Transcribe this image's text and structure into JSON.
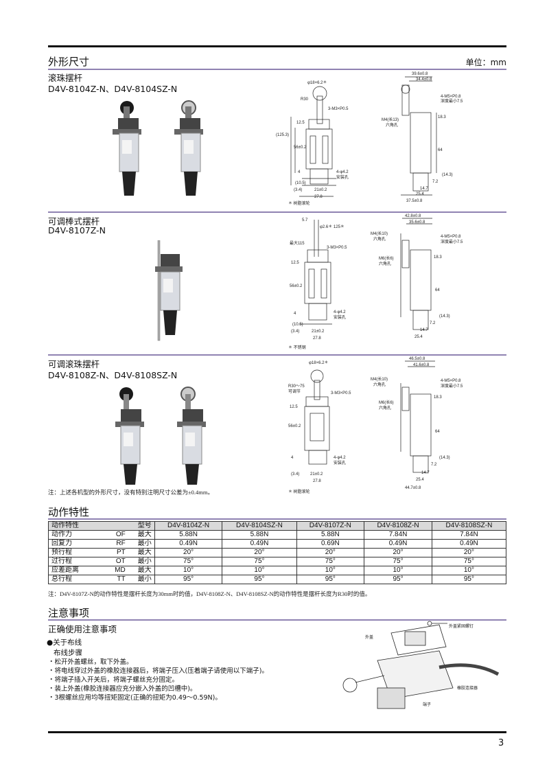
{
  "header": {
    "title": "外形尺寸",
    "unit": "单位：mm"
  },
  "sections": [
    {
      "title": "滚珠摆杆",
      "models": "D4V-8104Z-N、D4V-8104SZ-N",
      "note": "＊ 树脂滚轮",
      "front": {
        "roller": "φ18×6.2＊",
        "r": "R30",
        "screw": "3-M3×P0.5",
        "d1": "12.5",
        "d2": "(125.3)",
        "d3": "56±0.2",
        "d4": "4",
        "hole": "4-φ4.2",
        "hole2": "安装孔",
        "b1": "(10.5)",
        "b2": "(3.4)",
        "b3": "21±0.2",
        "b4": "27.8"
      },
      "side": {
        "t1": "39.6±0.8",
        "t2": "34.4±0.8",
        "m4": "M4(长13)",
        "hex": "六角孔",
        "m5": "4-M5×P0.8",
        "depth": "深度最小7.5",
        "h1": "18.3",
        "h2": "64",
        "h3": "(14.3)",
        "b1": "7.2",
        "b2": "14.7",
        "b3": "25.4",
        "b4": "37.5±0.8"
      }
    },
    {
      "title": "可调棒式摆杆",
      "models": "D4V-8107Z-N",
      "note": "＊ 不锈钢",
      "front": {
        "top": "5.7",
        "roller": "φ2.6＊ 125＊",
        "r": "最大115",
        "screw": "3-M3×P0.5",
        "d1": "12.5",
        "d3": "56±0.2",
        "d4": "4",
        "hole": "4-φ4.2",
        "hole2": "安装孔",
        "b1": "(10.5)",
        "b2": "(3.4)",
        "b3": "21±0.2",
        "b4": "27.8"
      },
      "side": {
        "t1": "42.8±0.8",
        "t2": "35.6±0.8",
        "m4": "M4(长10)",
        "hex": "六角孔",
        "m6": "M6(长6)",
        "hex2": "六角孔",
        "m5": "4-M5×P0.8",
        "depth": "深度最小7.5",
        "h1": "18.3",
        "h2": "64",
        "h3": "(14.3)",
        "b1": "7.2",
        "b2": "14.7",
        "b3": "25.4"
      }
    },
    {
      "title": "可调滚珠摆杆",
      "models": "D4V-8108Z-N、D4V-8108SZ-N",
      "note": "＊ 树脂滚轮",
      "front": {
        "roller": "φ18×6.2＊",
        "r": "R30～75",
        "r2": "可调节",
        "screw": "3-M3×P0.5",
        "d1": "12.5",
        "d3": "56±0.2",
        "d4": "4",
        "hole": "4-φ4.2",
        "hole2": "安装孔",
        "b2": "(3.4)",
        "b3": "21±0.2",
        "b4": "27.8"
      },
      "side": {
        "t1": "46.5±0.8",
        "t2": "41.6±0.8",
        "m4": "M4(长10)",
        "hex": "六角孔",
        "m6": "M6(长6)",
        "hex2": "六角孔",
        "m5": "4-M5×P0.8",
        "depth": "深度最小7.5",
        "h1": "18.3",
        "h2": "64",
        "h3": "(14.3)",
        "b1": "7.2",
        "b2": "14.7",
        "b3": "25.4",
        "b4": "44.7±0.8"
      }
    }
  ],
  "dims_note": "注：上述各机型的外形尺寸，没有特别注明尺寸公差为±0.4mm。",
  "chars": {
    "title": "动作特性",
    "header_left": "动作特性",
    "header_type": "型号",
    "models": [
      "D4V-8104Z-N",
      "D4V-8104SZ-N",
      "D4V-8107Z-N",
      "D4V-8108Z-N",
      "D4V-8108SZ-N"
    ],
    "rows": [
      {
        "name": "动作力",
        "code": "OF",
        "limit": "最大",
        "values": [
          "5.88N",
          "5.88N",
          "5.88N",
          "7.84N",
          "7.84N"
        ]
      },
      {
        "name": "回复力",
        "code": "RF",
        "limit": "最小",
        "values": [
          "0.49N",
          "0.49N",
          "0.69N",
          "0.49N",
          "0.49N"
        ]
      },
      {
        "name": "预行程",
        "code": "PT",
        "limit": "最大",
        "values": [
          "20°",
          "20°",
          "20°",
          "20°",
          "20°"
        ]
      },
      {
        "name": "过行程",
        "code": "OT",
        "limit": "最小",
        "values": [
          "75°",
          "75°",
          "75°",
          "75°",
          "75°"
        ]
      },
      {
        "name": "应差距离",
        "code": "MD",
        "limit": "最大",
        "values": [
          "10°",
          "10°",
          "10°",
          "10°",
          "10°"
        ]
      },
      {
        "name": "总行程",
        "code": "TT",
        "limit": "最小",
        "values": [
          "95°",
          "95°",
          "95°",
          "95°",
          "95°"
        ]
      }
    ],
    "note": "注：D4V-8107Z-N的动作特性是摆杆长度为30mm时的值，D4V-8108Z-N、D4V-8108SZ-N的动作特性是摆杆长度为R30时的值。"
  },
  "precautions": {
    "title": "注意事项",
    "subtitle": "正确使用注意事项",
    "bullet": "●关于布线",
    "steps_title": "布线步骤",
    "steps": [
      "・松开外盖螺丝，取下外盖。",
      "・将电线穿过外盖的橡胶连接器后，将端子压入(压着端子请使用以下端子)。",
      "・将端子插入开关后，将端子螺丝充分固定。",
      "・装上外盖(橡胶连接器应充分嵌入外盖的凹槽中)。",
      "・3根螺丝应用均等扭矩固定(正确的扭矩为0.49～0.59N)。"
    ],
    "labels": {
      "screw": "外盖紧固螺钉",
      "cover": "外盖",
      "rubber": "橡胶连接器",
      "terminal": "端子"
    }
  },
  "page_number": "3"
}
